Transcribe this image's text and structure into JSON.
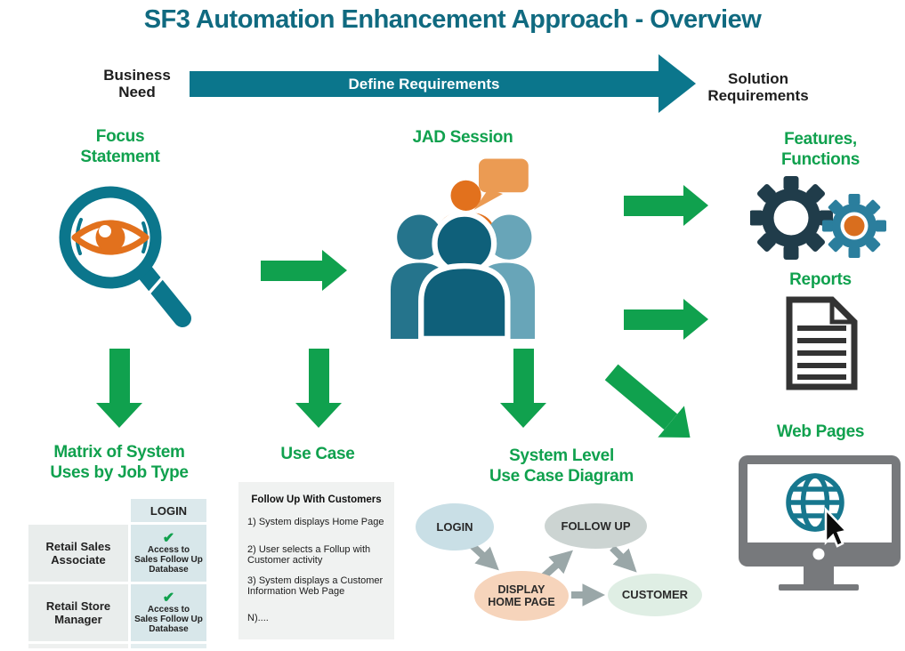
{
  "title": "SF3 Automation Enhancement Approach - Overview",
  "top_flow": {
    "left_label": "Business\nNeed",
    "arrow_label": "Define Requirements",
    "right_label": "Solution\nRequirements"
  },
  "sections": {
    "focus": {
      "label": "Focus\nStatement",
      "icon": "magnifier-eye-icon"
    },
    "jad": {
      "label": "JAD Session",
      "icon": "people-group-icon"
    },
    "features": {
      "label": "Features,\nFunctions",
      "icon": "gears-icon"
    },
    "reports": {
      "label": "Reports",
      "icon": "document-icon"
    },
    "web_pages": {
      "label": "Web Pages",
      "icon": "monitor-globe-icon"
    }
  },
  "flow_arrows": [
    {
      "from": "Focus Statement",
      "to": "JAD Session",
      "direction": "right"
    },
    {
      "from": "JAD Session",
      "to": "Features, Functions",
      "direction": "right"
    },
    {
      "from": "JAD Session",
      "to": "Reports",
      "direction": "right"
    },
    {
      "from": "Focus Statement",
      "to": "Matrix of System Uses by Job Type",
      "direction": "down"
    },
    {
      "from": "JAD Session",
      "to": "Use Case",
      "direction": "down"
    },
    {
      "from": "JAD Session",
      "to": "System Level Use Case Diagram",
      "direction": "down"
    },
    {
      "from": "JAD Session",
      "to": "Web Pages",
      "direction": "down-right"
    }
  ],
  "matrix": {
    "title": "Matrix of System\nUses by Job Type",
    "column_header": "LOGIN",
    "rows": [
      {
        "job": "Retail Sales\nAssociate",
        "check": "✔",
        "access": "Access to\nSales Follow Up\nDatabase"
      },
      {
        "job": "Retail Store\nManager",
        "check": "✔",
        "access": "Access to\nSales Follow Up\nDatabase"
      }
    ]
  },
  "use_case": {
    "title": "Use Case",
    "box_title": "Follow Up With Customers",
    "steps": [
      "1) System displays Home Page",
      "2) User selects a Follup with\n Customer activity",
      "3) System displays a Customer\nInformation Web Page",
      "N)...."
    ]
  },
  "use_case_diagram": {
    "title": "System Level\nUse Case Diagram",
    "nodes": [
      {
        "label": "LOGIN",
        "color": "#c9dfe6"
      },
      {
        "label": "FOLLOW UP",
        "color": "#ccd4d2"
      },
      {
        "label": "DISPLAY\nHOME PAGE",
        "color": "#f6d4bb"
      },
      {
        "label": "CUSTOMER",
        "color": "#dfeee4"
      }
    ],
    "edges": [
      {
        "from": "LOGIN",
        "to": "DISPLAY HOME PAGE"
      },
      {
        "from": "DISPLAY HOME PAGE",
        "to": "FOLLOW UP"
      },
      {
        "from": "FOLLOW UP",
        "to": "CUSTOMER"
      },
      {
        "from": "DISPLAY HOME PAGE",
        "to": "CUSTOMER"
      }
    ]
  },
  "colors": {
    "teal_title": "#106a80",
    "teal_banner": "#0b768c",
    "green": "#10a14e",
    "orange": "#e2711d",
    "orange_light": "#eb9b53",
    "dark_gear": "#203c4a",
    "teal_gear": "#2b7e9d",
    "icon_gray": "#333333",
    "monitor_gray": "#77797c",
    "diagram_arrow_gray": "#9aa7a8"
  }
}
